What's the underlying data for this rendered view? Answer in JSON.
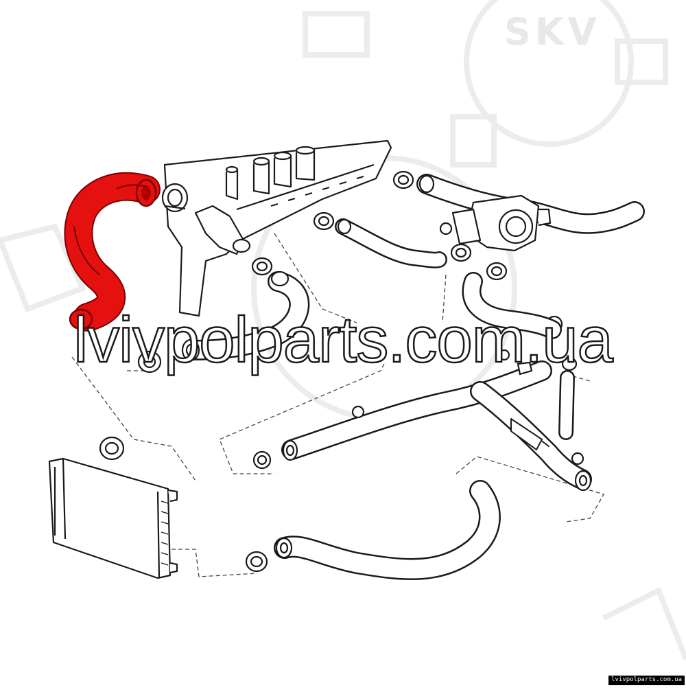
{
  "watermark": {
    "brand": "SKV"
  },
  "overlay": {
    "site": "lvivpolparts.com.ua"
  },
  "footer": {
    "site_tag": "lvivpolparts.com.ua"
  },
  "highlighted_part": {
    "color": "#e51010",
    "outline": "#7a0000"
  },
  "colors": {
    "line": "#1a1a1a",
    "background": "#ffffff",
    "watermark": "#e8e8e8"
  }
}
